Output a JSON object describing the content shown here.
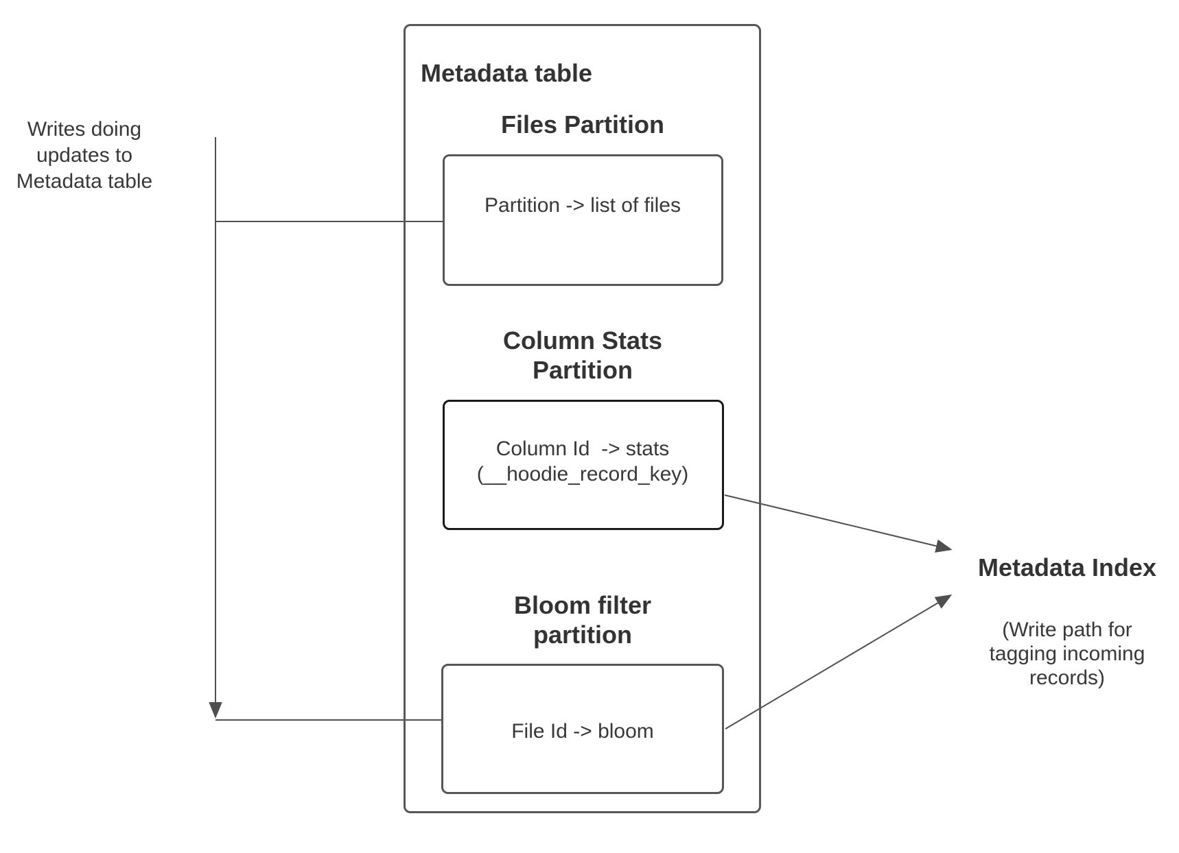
{
  "left_note": {
    "text": "Writes doing\nupdates to\nMetadata table"
  },
  "metadata_table": {
    "title": "Metadata table",
    "partitions": [
      {
        "heading": "Files Partition",
        "label": "Partition -> list of files"
      },
      {
        "heading": "Column Stats\nPartition",
        "label": "Column Id  -> stats\n(__hoodie_record_key)"
      },
      {
        "heading": "Bloom filter\npartition",
        "label": "File Id -> bloom"
      }
    ]
  },
  "metadata_index": {
    "title": "Metadata Index",
    "subtitle": "(Write path for\ntagging incoming\nrecords)"
  },
  "colors": {
    "box_border": "#565656",
    "emphasis_border": "#1a1a1a",
    "connector": "#4f4f4f",
    "text": "#383838",
    "background": "#ffffff"
  }
}
